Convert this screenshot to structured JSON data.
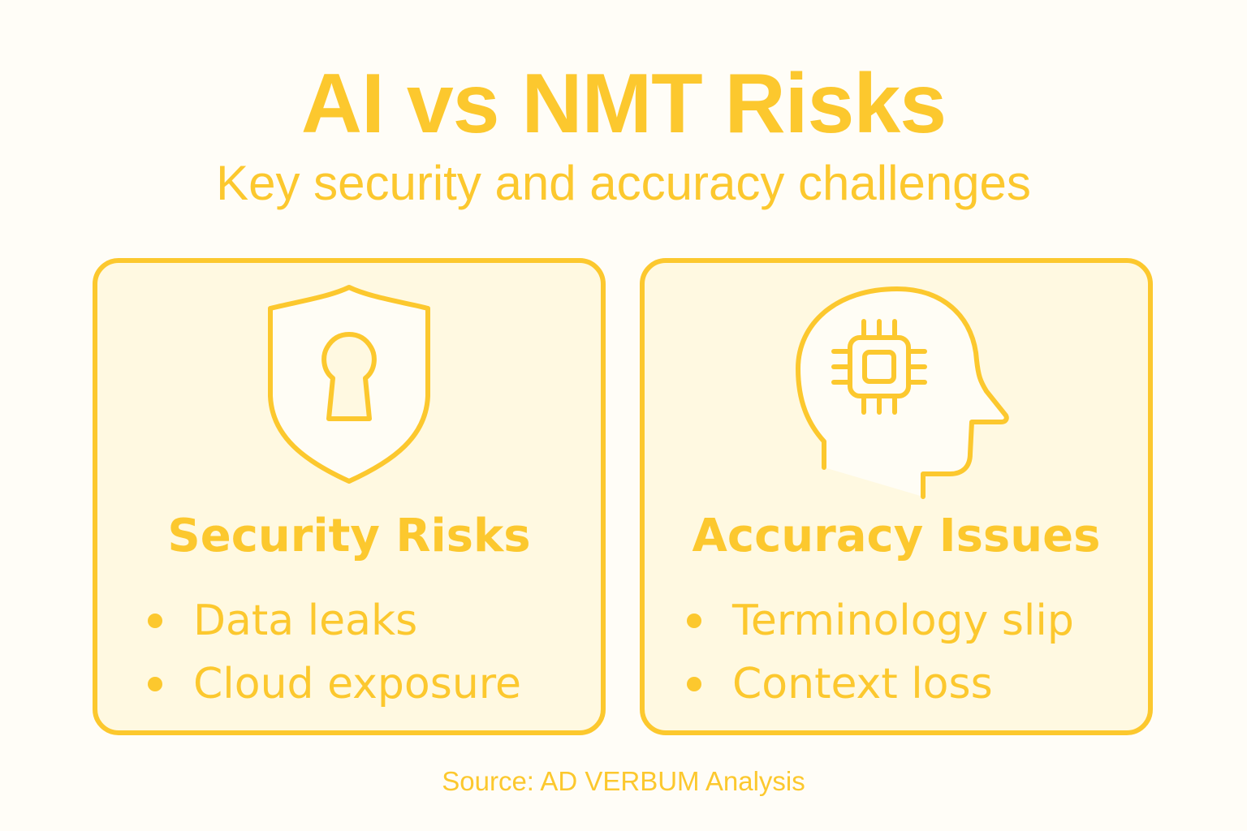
{
  "header": {
    "title": "AI vs NMT Risks",
    "subtitle": "Key security and accuracy challenges"
  },
  "cards": [
    {
      "icon": "shield-keyhole-icon",
      "heading": "Security Risks",
      "items": [
        "Data leaks",
        "Cloud exposure"
      ]
    },
    {
      "icon": "head-chip-icon",
      "heading": "Accuracy Issues",
      "items": [
        "Terminology slip",
        "Context loss"
      ]
    }
  ],
  "footer": {
    "source": "Source: AD VERBUM Analysis"
  },
  "colors": {
    "accent": "#fcc82e",
    "background": "#fffdf7",
    "card_fill": "#fff9e1"
  }
}
